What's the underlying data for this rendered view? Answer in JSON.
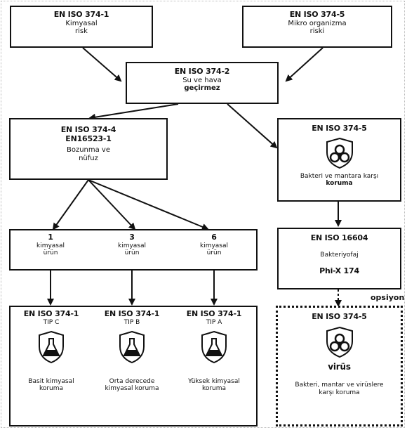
{
  "top_left": {
    "code": "EN ISO 374-1",
    "line1": "Kimyasal",
    "line2": "risk"
  },
  "top_right": {
    "code": "EN ISO 374-5",
    "line1": "Mikro organizma",
    "line2": "riski"
  },
  "middle": {
    "code": "EN ISO 374-2",
    "line1": "Su ve hava",
    "line2": "geçirmez"
  },
  "chem_box": {
    "code1": "EN ISO 374-4",
    "code2": "EN16523-1",
    "line1": "Bozunma ve",
    "line2": "nüfuz"
  },
  "bio_box": {
    "code": "EN ISO 374-5",
    "line1": "Bakteri ve mantara karşı",
    "line2": "koruma",
    "icon": "biohazard-icon"
  },
  "products": [
    {
      "number": "1",
      "line1": "kimyasal",
      "line2": "ürün"
    },
    {
      "number": "3",
      "line1": "kimyasal",
      "line2": "ürün"
    },
    {
      "number": "6",
      "line1": "kimyasal",
      "line2": "ürün"
    }
  ],
  "virus_box": {
    "code": "EN ISO 16604",
    "line1": "Bakteriyofaj",
    "line2": "Phi-X 174"
  },
  "optional_label": "opsiyon",
  "types": [
    {
      "code": "EN ISO 374-1",
      "tip": "TIP C",
      "line1": "Basit kimyasal",
      "line2": "koruma",
      "icon": "chemical-flask-icon"
    },
    {
      "code": "EN ISO 374-1",
      "tip": "TIP B",
      "line1": "Orta derecede",
      "line2": "kimyasal koruma",
      "icon": "chemical-flask-icon"
    },
    {
      "code": "EN ISO 374-1",
      "tip": "TIP A",
      "line1": "Yüksek kimyasal",
      "line2": "koruma",
      "icon": "chemical-flask-icon"
    }
  ],
  "virus_result": {
    "code": "EN ISO 374-5",
    "label": "virüs",
    "line1": "Bakteri, mantar ve virüslere",
    "line2": "karşı koruma",
    "icon": "biohazard-icon"
  },
  "colors": {
    "line": "#111111",
    "background": "#ffffff"
  }
}
